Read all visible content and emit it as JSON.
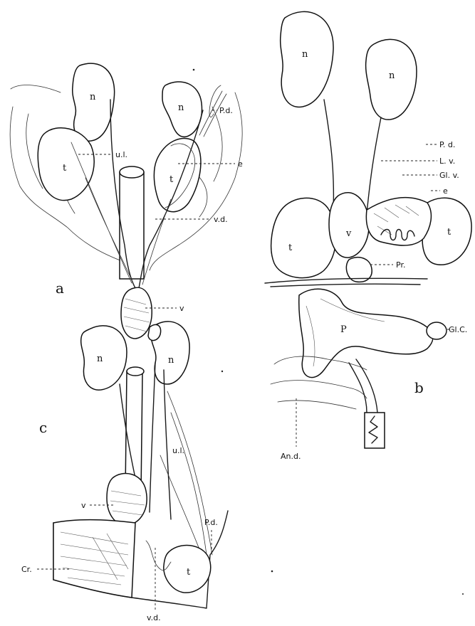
{
  "panels": {
    "a": {
      "letter": "a",
      "labels": {
        "n_left": "n",
        "n_right": "n",
        "t_left": "t",
        "t_right": "t",
        "ul": "u.l.",
        "pd": "P.d.",
        "e": "e",
        "vd": "v.d.",
        "v": "v"
      }
    },
    "b": {
      "letter": "b",
      "labels": {
        "n_left": "n",
        "n_right": "n",
        "pd": "P. d.",
        "lv": "L. v.",
        "glv": "Gl. v.",
        "e": "e",
        "v": "v",
        "t_left": "t",
        "t_right": "t",
        "pr": "Pr.",
        "p": "P",
        "glc": "Gl.C.",
        "and": "An.d."
      }
    },
    "c": {
      "letter": "c",
      "labels": {
        "n_left": "n",
        "n_right": "n",
        "ul": "u.l.",
        "v": "v",
        "pd": "P.d.",
        "cr": "Cr.",
        "t": "t",
        "vd": "v.d."
      }
    }
  }
}
